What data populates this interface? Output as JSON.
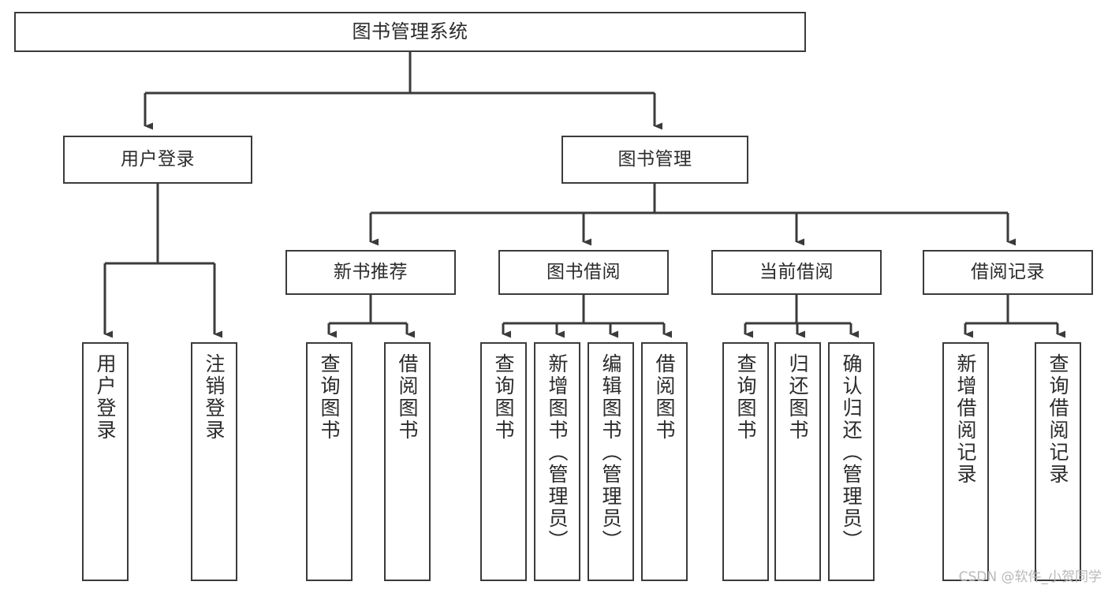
{
  "diagram": {
    "title": "图书管理系统",
    "type": "tree-hierarchy-chart",
    "orientation": "top-down",
    "colors": {
      "box_border": "#3b3b3b",
      "box_fill": "#ffffff",
      "edge": "#3b3b3b",
      "text": "#2b2b2b",
      "background": "#ffffff",
      "watermark": "#b9b9b9"
    }
  },
  "nodes": {
    "root": {
      "label": "图书管理系统"
    },
    "level2": [
      {
        "label": "用户登录"
      },
      {
        "label": "图书管理"
      }
    ],
    "level3": [
      {
        "label": "新书推荐"
      },
      {
        "label": "图书借阅"
      },
      {
        "label": "当前借阅"
      },
      {
        "label": "借阅记录"
      }
    ],
    "leaves": {
      "user_login": [
        {
          "label": "用户登录"
        },
        {
          "label": "注销登录"
        }
      ],
      "new_book_recommend": [
        {
          "label": "查询图书"
        },
        {
          "label": "借阅图书"
        }
      ],
      "book_borrow": [
        {
          "label": "查询图书"
        },
        {
          "label": "新增图书（管理员）"
        },
        {
          "label": "编辑图书（管理员）"
        },
        {
          "label": "借阅图书"
        }
      ],
      "current_borrow": [
        {
          "label": "查询图书"
        },
        {
          "label": "归还图书"
        },
        {
          "label": "确认归还（管理员）"
        }
      ],
      "borrow_record": [
        {
          "label": "新增借阅记录"
        },
        {
          "label": "查询借阅记录"
        }
      ]
    }
  },
  "watermark": {
    "text": "CSDN @软件_小贺同学"
  }
}
